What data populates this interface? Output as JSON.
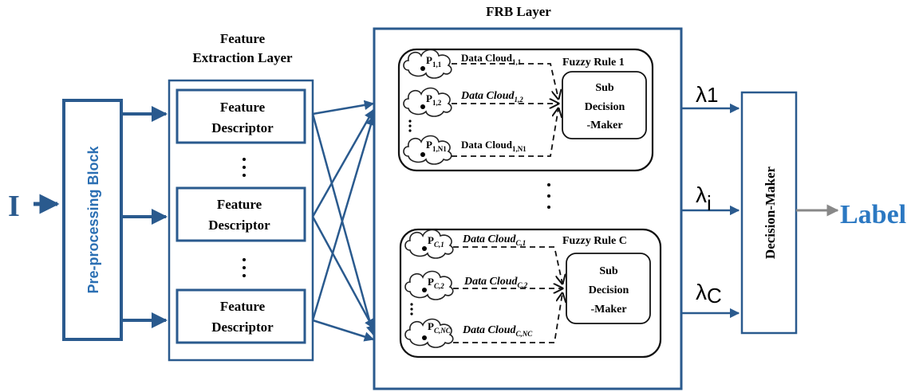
{
  "input_label": "I",
  "preprocessing": {
    "label": "Pre-processing Block"
  },
  "feature_layer": {
    "title_line1": "Feature",
    "title_line2": "Extraction Layer",
    "descriptors": [
      {
        "line1": "Feature",
        "line2": "Descriptor"
      },
      {
        "line1": "Feature",
        "line2": "Descriptor"
      },
      {
        "line1": "Feature",
        "line2": "Descriptor"
      }
    ]
  },
  "frb_layer": {
    "title": "FRB Layer",
    "rules": [
      {
        "title": "Fuzzy Rule 1",
        "sub_decision": {
          "line1": "Sub",
          "line2": "Decision",
          "line3": "-Maker"
        },
        "prototypes": [
          {
            "base": "P",
            "sub": "1,1",
            "cloud_base": "Data Cloud",
            "cloud_sub": "1,1",
            "italic": false
          },
          {
            "base": "P",
            "sub": "1,2",
            "cloud_base": "Data Cloud",
            "cloud_sub": "1,2",
            "italic": true
          },
          {
            "base": "P",
            "sub": "1,N1",
            "cloud_base": "Data Cloud",
            "cloud_sub": "1,N1",
            "italic": false
          }
        ]
      },
      {
        "title": "Fuzzy Rule C",
        "sub_decision": {
          "line1": "Sub",
          "line2": "Decision",
          "line3": "-Maker"
        },
        "prototypes": [
          {
            "base": "P",
            "sub": "C,1",
            "cloud_base": "Data Cloud",
            "cloud_sub": "C,1",
            "italic": true
          },
          {
            "base": "P",
            "sub": "C,2",
            "cloud_base": "Data Cloud",
            "cloud_sub": "C,2",
            "italic": true
          },
          {
            "base": "P",
            "sub": "C,NC",
            "cloud_base": "Data Cloud",
            "cloud_sub": "C,NC",
            "italic": true
          }
        ]
      }
    ]
  },
  "lambdas": [
    {
      "symbol": "λ",
      "sub": "1"
    },
    {
      "symbol": "λ",
      "sub": "i"
    },
    {
      "symbol": "λ",
      "sub": "C"
    }
  ],
  "decision_maker": {
    "label": "Decision-Maker"
  },
  "output_label": "Label",
  "colors": {
    "blue": "#2a5a8e",
    "label_blue": "#2b78c2",
    "gray": "#888888"
  }
}
